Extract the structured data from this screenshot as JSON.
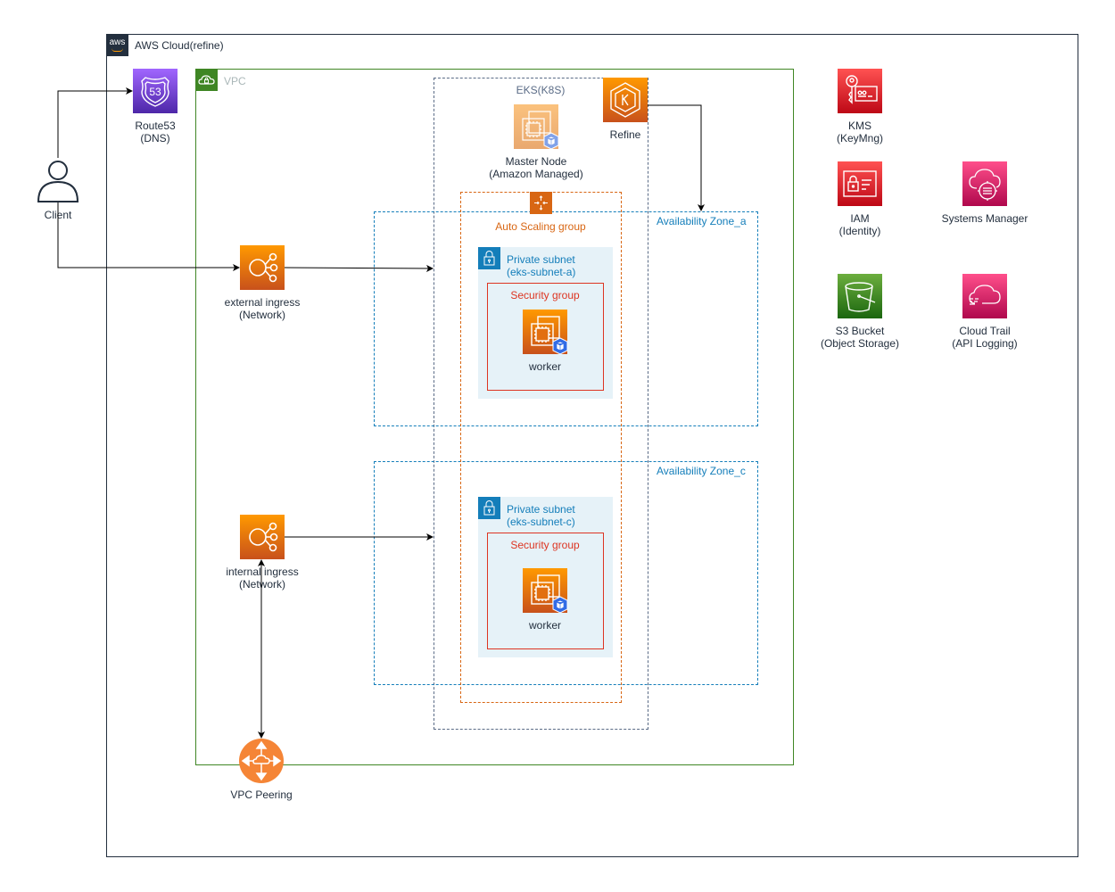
{
  "cloud": {
    "title": "AWS Cloud(refine)",
    "badge": "aws"
  },
  "vpc": {
    "title": "VPC"
  },
  "eks": {
    "title": "EKS(K8S)"
  },
  "asg": {
    "title": "Auto Scaling group"
  },
  "zones": [
    {
      "title": "Availability Zone_a",
      "subnet_line1": "Private subnet",
      "subnet_line2": "(eks-subnet-a)",
      "sg_title": "Security group",
      "worker_label": "worker"
    },
    {
      "title": "Availability Zone_c",
      "subnet_line1": "Private subnet",
      "subnet_line2": "(eks-subnet-c)",
      "sg_title": "Security group",
      "worker_label": "worker"
    }
  ],
  "nodes": {
    "client": {
      "label": "Client",
      "icon": "user-icon"
    },
    "route53": {
      "line1": "Route53",
      "line2": "(DNS)",
      "icon": "route53-icon"
    },
    "master": {
      "line1": "Master Node",
      "line2": "(Amazon Managed)",
      "icon": "ec2-eks-icon"
    },
    "refine": {
      "label": "Refine",
      "icon": "eks-icon"
    },
    "external_ingress": {
      "line1": "external ingress",
      "line2": "(Network)",
      "icon": "elb-icon"
    },
    "internal_ingress": {
      "line1": "internal ingress",
      "line2": "(Network)",
      "icon": "elb-icon"
    },
    "vpc_peering": {
      "label": "VPC Peering",
      "icon": "vpc-peering-icon"
    },
    "kms": {
      "line1": "KMS",
      "line2": "(KeyMng)",
      "icon": "kms-icon"
    },
    "iam": {
      "line1": "IAM",
      "line2": "(Identity)",
      "icon": "iam-icon"
    },
    "ssm": {
      "label": "Systems Manager",
      "icon": "systems-manager-icon"
    },
    "s3": {
      "line1": "S3 Bucket",
      "line2": "(Object Storage)",
      "icon": "s3-icon"
    },
    "cloudtrail": {
      "line1": "Cloud Trail",
      "line2": "(API Logging)",
      "icon": "cloudtrail-icon"
    }
  },
  "colors": {
    "cloud_border": "#232f3e",
    "vpc_green": "#3f8624",
    "eks_dash": "#5a6b86",
    "asg_orange": "#d86613",
    "az_blue": "#147eba",
    "subnet_fill": "#e6f2f8",
    "sg_red": "#dd3522",
    "compute_orange": "#ed7100",
    "security_red": "#dd344c",
    "mgmt_pink": "#e7157b",
    "storage_green": "#3f8624",
    "route53_purple": "#8c4fff"
  }
}
